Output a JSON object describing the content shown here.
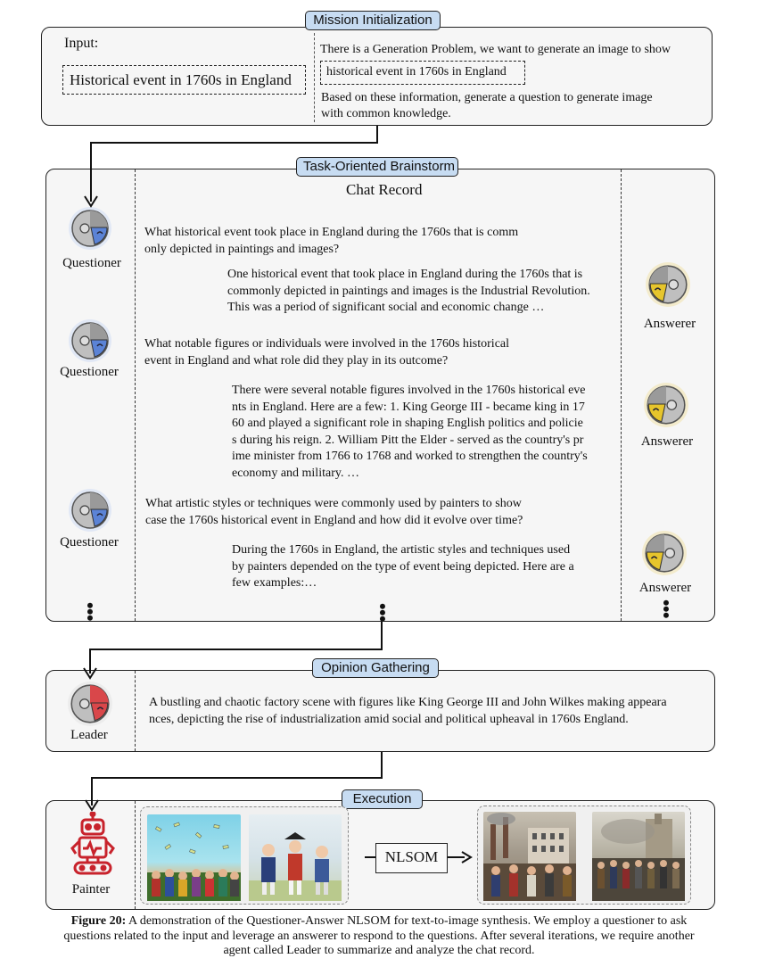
{
  "stages": {
    "mission": "Mission Initialization",
    "brainstorm": "Task-Oriented Brainstorm",
    "opinion": "Opinion Gathering",
    "execution": "Execution"
  },
  "mission": {
    "input_label": "Input:",
    "input_value": "Historical event in 1760s in England",
    "prompt_line1": "There is a Generation Problem, we want to generate an image to show",
    "prompt_inserted": "historical event in 1760s in England",
    "prompt_line2": "Based on these information, generate a question to generate image",
    "prompt_line3": "with common knowledge."
  },
  "chat": {
    "title": "Chat Record",
    "questioner_label": "Questioner",
    "answerer_label": "Answerer",
    "q1": [
      "What historical event took place in England during the 1760s that is comm",
      "only depicted in paintings and images?"
    ],
    "a1": [
      "One historical event that took place in England during the 1760s that is",
      "commonly depicted in paintings and images is the Industrial Revolution.",
      "This was a period of significant social and economic change …"
    ],
    "q2": [
      "What notable figures or individuals were involved in the 1760s historical",
      "event in England and what role did they play in its outcome?"
    ],
    "a2": [
      "There were several notable figures involved in the 1760s historical eve",
      "nts in England. Here are a few: 1. King George III - became king in 17",
      "60 and played a significant role in shaping English politics and policie",
      "s during his reign. 2. William Pitt the Elder - served as the country's pr",
      "ime minister from 1766 to 1768 and worked to strengthen the country's",
      "economy and military. …"
    ],
    "q3": [
      "What artistic styles or techniques were commonly used by painters to show",
      "case the 1760s historical event in England and how did it evolve over time?"
    ],
    "a3": [
      "During the 1760s in England, the artistic styles and techniques used",
      "by painters depended on the type of event being depicted. Here are a",
      "few examples:…"
    ]
  },
  "opinion": {
    "leader_label": "Leader",
    "summary": [
      "A bustling and chaotic factory scene with figures like King George III and John Wilkes making appeara",
      "nces, depicting the rise of industrialization amid social and political upheaval in 1760s England."
    ]
  },
  "execution": {
    "painter_label": "Painter",
    "nlsom_label": "NLSOM"
  },
  "caption": {
    "prefix": "Figure 20:",
    "line1": " A demonstration of the Questioner-Answer NLSOM for text-to-image synthesis. We employ a questioner to ask",
    "line2": "questions related to the input and leverage an answerer to respond to the questions. After several iterations, we require another",
    "line3": "agent called Leader to summarize and analyze the chat record."
  },
  "colors": {
    "stage_tag": "#c7dcf2",
    "panel": "#f6f6f6",
    "questioner_accent": "#5b83d6",
    "answerer_accent": "#e6c52c",
    "leader_accent": "#d9474a",
    "painter_red": "#c8232c"
  }
}
